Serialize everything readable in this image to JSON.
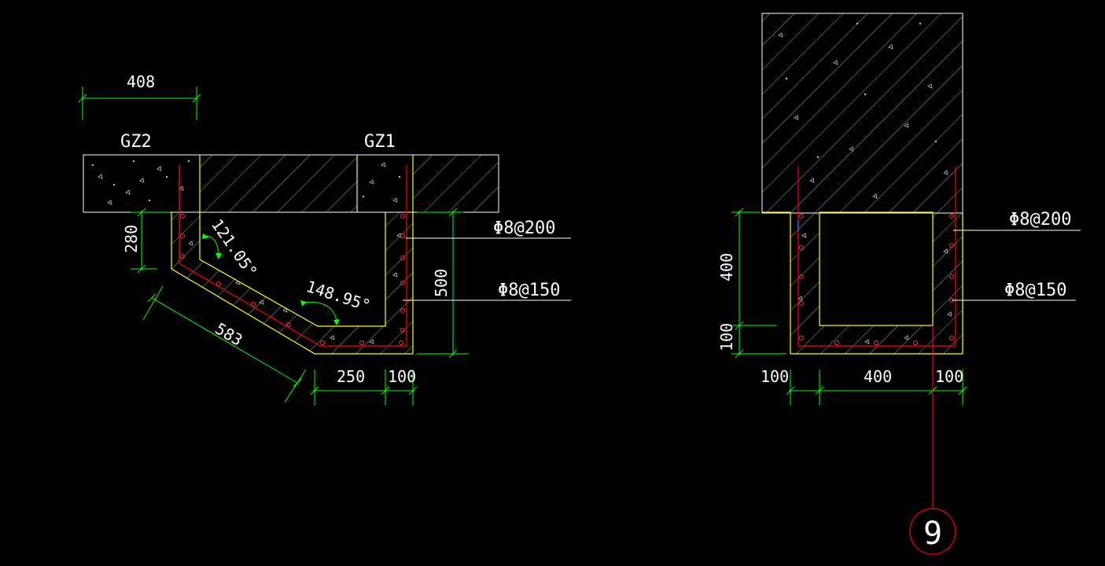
{
  "left_detail": {
    "column_labels": {
      "gz2": "GZ2",
      "gz1": "GZ1"
    },
    "dimensions": {
      "top_width": "408",
      "left_depth": "280",
      "slope_length": "583",
      "right_depth": "500",
      "bottom_width": "250",
      "wall_thickness": "100"
    },
    "angles": {
      "upper": "121.05°",
      "lower": "148.95°"
    },
    "rebar": {
      "upper": "Φ8@200",
      "lower": "Φ8@150"
    }
  },
  "right_detail": {
    "dimensions": {
      "height": "400",
      "bottom_thickness": "100",
      "left_wall": "100",
      "inner_width": "400",
      "right_wall": "100"
    },
    "rebar": {
      "upper": "Φ8@200",
      "lower": "Φ8@150"
    },
    "detail_marker": "9"
  },
  "colors": {
    "background": "#000000",
    "dimension": "#00ff00",
    "outline": "#ffff00",
    "rebar": "#ff0000",
    "structure": "#ffffff"
  }
}
